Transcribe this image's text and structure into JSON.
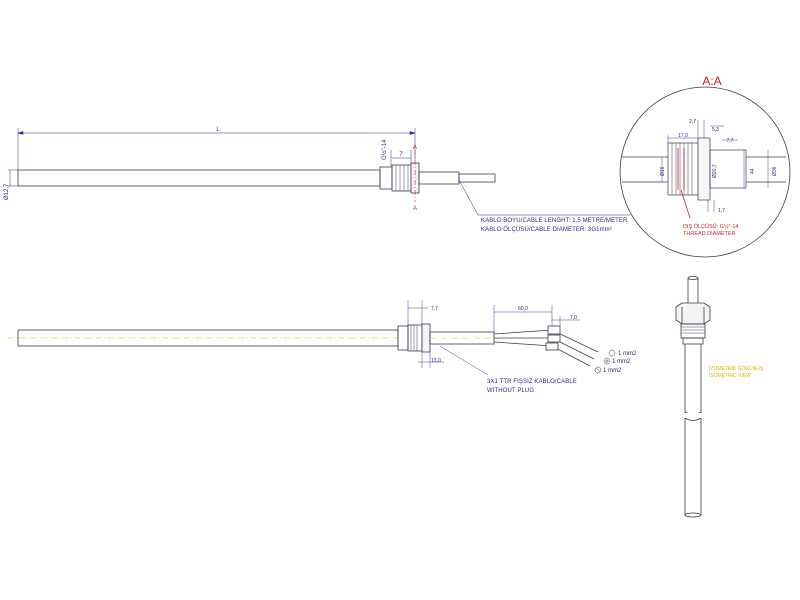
{
  "top_view": {
    "length_label": "L",
    "diameter_label": "Ø12,7",
    "thread_label": "G½\"-14",
    "dim_7": "7",
    "section_mark": "A",
    "cable_note_line1": "KABLO BOYU/CABLE LENGHT: 1,5 METRE/METER",
    "cable_note_line2": "KABLO ÖLÇÜSÜ/CABLE DIAMETER: 3G1mm²"
  },
  "section": {
    "title": "A:A",
    "dims": {
      "d_2_7": "2,7",
      "d_5_3": "5,3",
      "d_17": "17,0",
      "d_7_7": "7,7",
      "d_1_7": "1,7",
      "d_16_left": "Ø16",
      "d_20_7": "Ø20,7",
      "d_44": "44",
      "d_36": "Ø36"
    },
    "thread_note_line1": "DIŞ ÖLÇÜSÜ: G½\"-14",
    "thread_note_line2": "THREAD DIAMETER"
  },
  "side_view": {
    "dim_7_7": "7,7",
    "dim_13": "13,0",
    "dim_60": "60,0",
    "dim_7": "7,0",
    "wire1": "1 mm2",
    "wire2": "1 mm2",
    "wire3": "1 mm2",
    "cable_note_line1": "3X1 TTR FİŞSİZ KABLO/CABLE",
    "cable_note_line2": "WITHOUT PLUG"
  },
  "iso_view": {
    "label_line1": "İZOMETRİK GÖRÜNÜŞ",
    "label_line2": "ISOMETRIC VIEW"
  },
  "colors": {
    "line": "#3a3a50",
    "dim": "#2a2a8a",
    "accent_red": "#cc2222",
    "accent_yellow": "#e0b000"
  }
}
